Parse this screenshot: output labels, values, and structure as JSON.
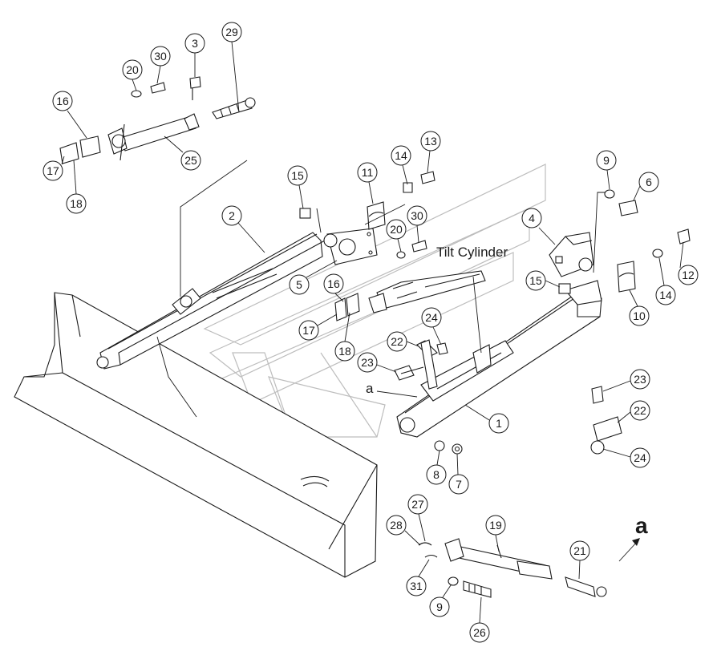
{
  "labels": {
    "tilt_cylinder": "Tilt Cylinder",
    "detail_a_small": "a",
    "detail_a_large": "a"
  },
  "callouts": [
    {
      "id": "29"
    },
    {
      "id": "3"
    },
    {
      "id": "30"
    },
    {
      "id": "20"
    },
    {
      "id": "16"
    },
    {
      "id": "25"
    },
    {
      "id": "17"
    },
    {
      "id": "18"
    },
    {
      "id": "15"
    },
    {
      "id": "11"
    },
    {
      "id": "14"
    },
    {
      "id": "13"
    },
    {
      "id": "2"
    },
    {
      "id": "30"
    },
    {
      "id": "20"
    },
    {
      "id": "5"
    },
    {
      "id": "16"
    },
    {
      "id": "17"
    },
    {
      "id": "18"
    },
    {
      "id": "24"
    },
    {
      "id": "22"
    },
    {
      "id": "23"
    },
    {
      "id": "9"
    },
    {
      "id": "6"
    },
    {
      "id": "4"
    },
    {
      "id": "12"
    },
    {
      "id": "15"
    },
    {
      "id": "14"
    },
    {
      "id": "10"
    },
    {
      "id": "1"
    },
    {
      "id": "8"
    },
    {
      "id": "7"
    },
    {
      "id": "23"
    },
    {
      "id": "22"
    },
    {
      "id": "24"
    },
    {
      "id": "27"
    },
    {
      "id": "28"
    },
    {
      "id": "19"
    },
    {
      "id": "21"
    },
    {
      "id": "31"
    },
    {
      "id": "9"
    },
    {
      "id": "26"
    }
  ]
}
